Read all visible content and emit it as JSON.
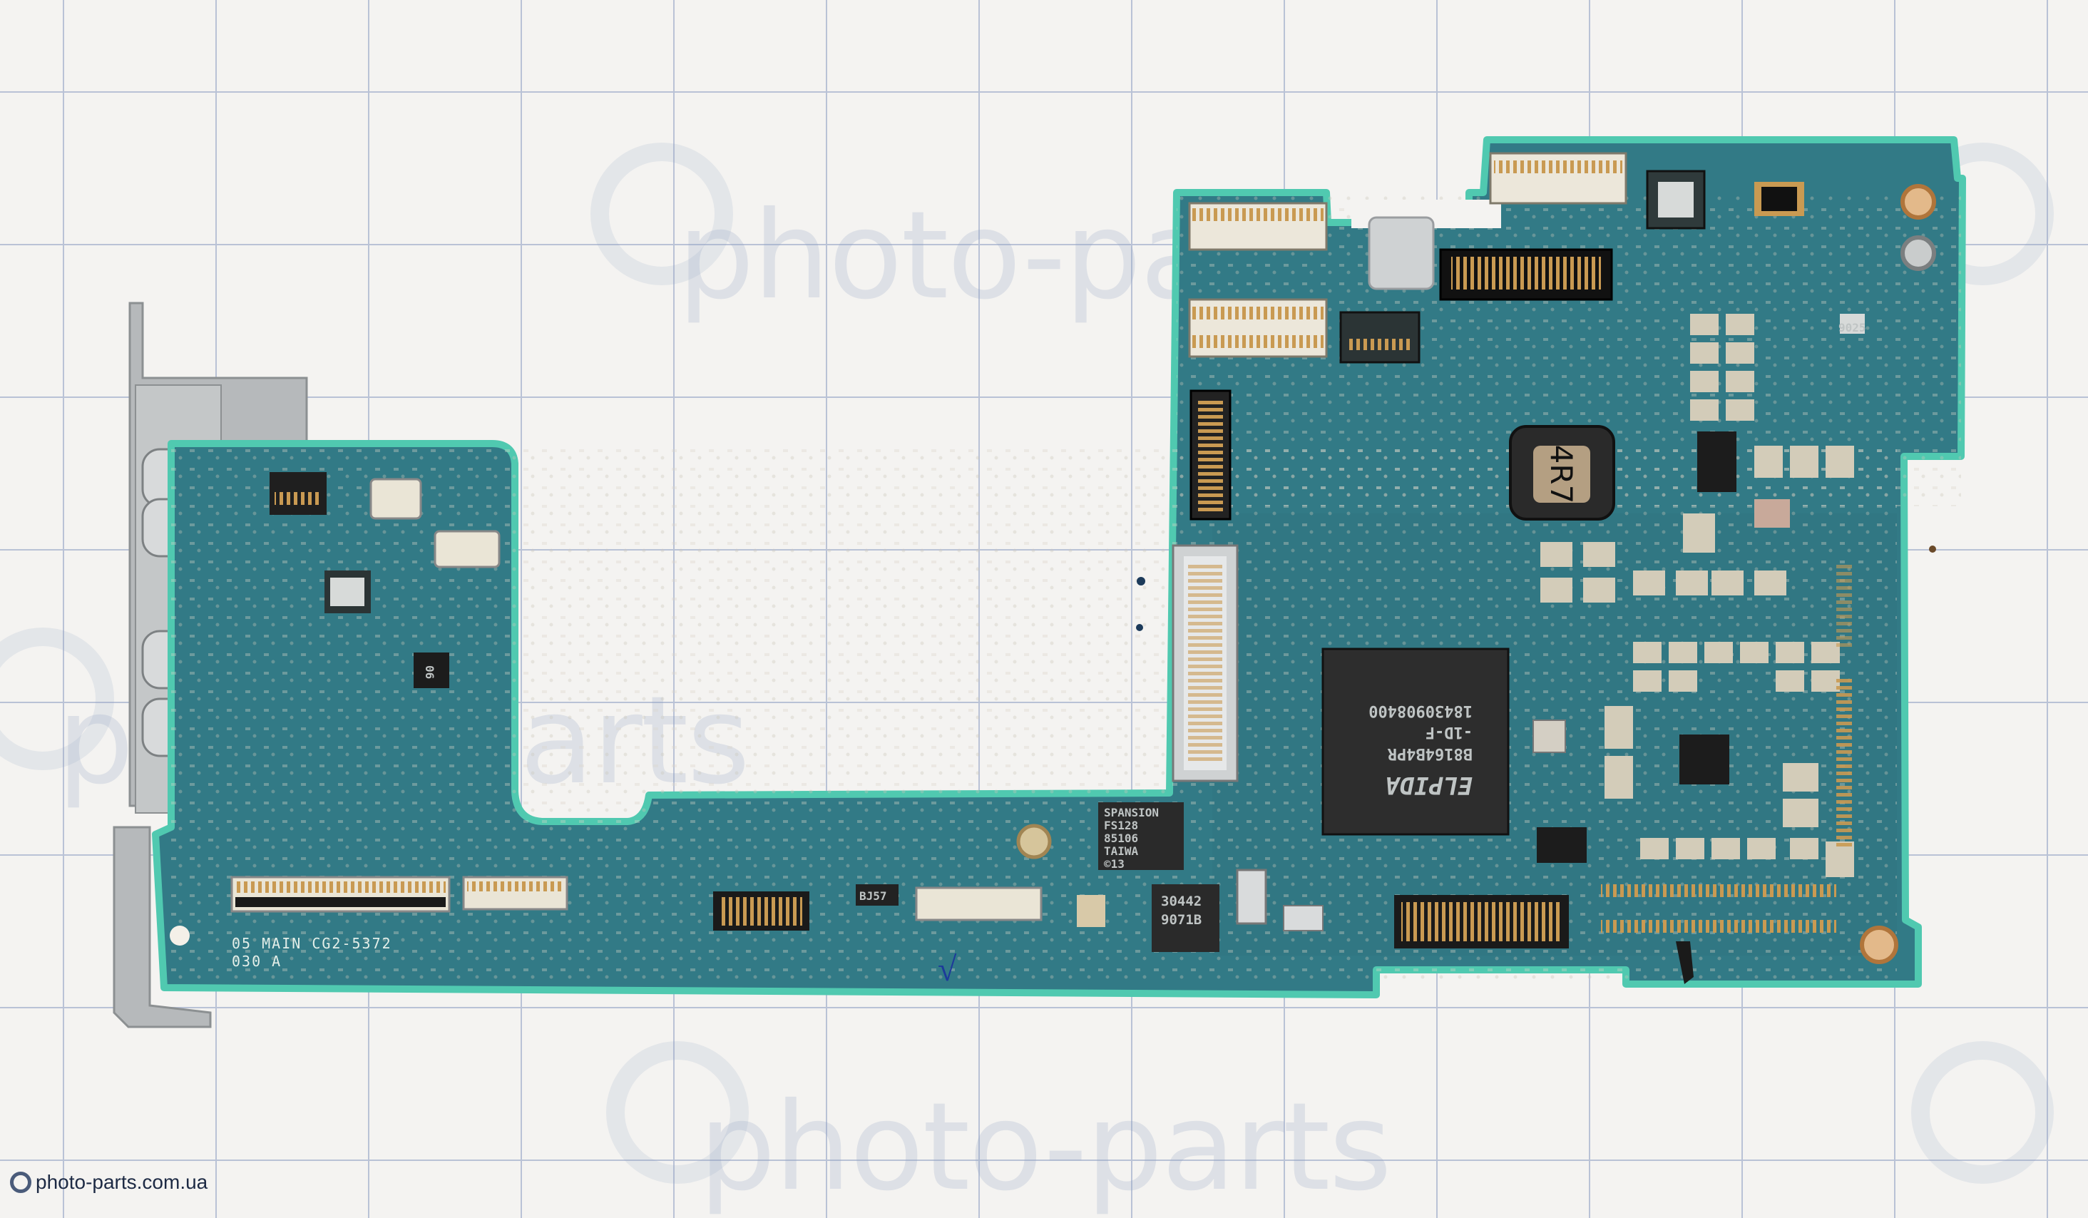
{
  "watermark": {
    "text": "photo-parts",
    "url": "photo-parts.com.ua"
  },
  "board": {
    "silkscreen_line1": "05 MAIN CG2-5372",
    "silkscreen_line2": "030 A",
    "inductor_marking": "4R7",
    "pen_mark": "√"
  },
  "chips": {
    "elpida_line1": "ELPIDA",
    "elpida_line2": "B8164B4PR",
    "elpida_line3": "-1D-F",
    "elpida_line4": "18430908400",
    "spansion_line1": "SPANSION",
    "spansion_line2": "FS128",
    "spansion_line3": "85106",
    "spansion_line4": "TAIWA",
    "spansion_line5": "©13",
    "qfn_line1": "30442",
    "qfn_line2": "9071B",
    "small_ic_label": "BJ57",
    "ic_06": "06",
    "label_9025": "9025"
  },
  "colors": {
    "pcb": "#327a86",
    "pcb_edge": "#50c9b0",
    "metal": "#b9bcbe",
    "gold": "#c99a52"
  }
}
